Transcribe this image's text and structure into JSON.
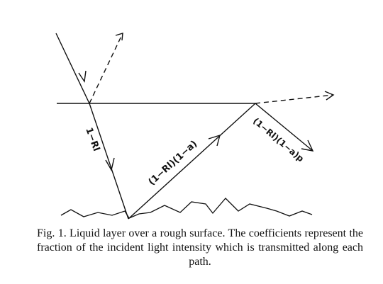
{
  "labels": {
    "path_down": "1−Rl",
    "path_up": "(1−Rl)(1−a)",
    "path_out": "(1−Rl)(1−a)p"
  },
  "caption": {
    "text": "Fig. 1.  Liquid layer over a rough surface.  The coefficients represent the fraction of the incident light intensity which is transmitted along each path."
  },
  "colors": {
    "ink": "#111111",
    "background": "#ffffff"
  }
}
